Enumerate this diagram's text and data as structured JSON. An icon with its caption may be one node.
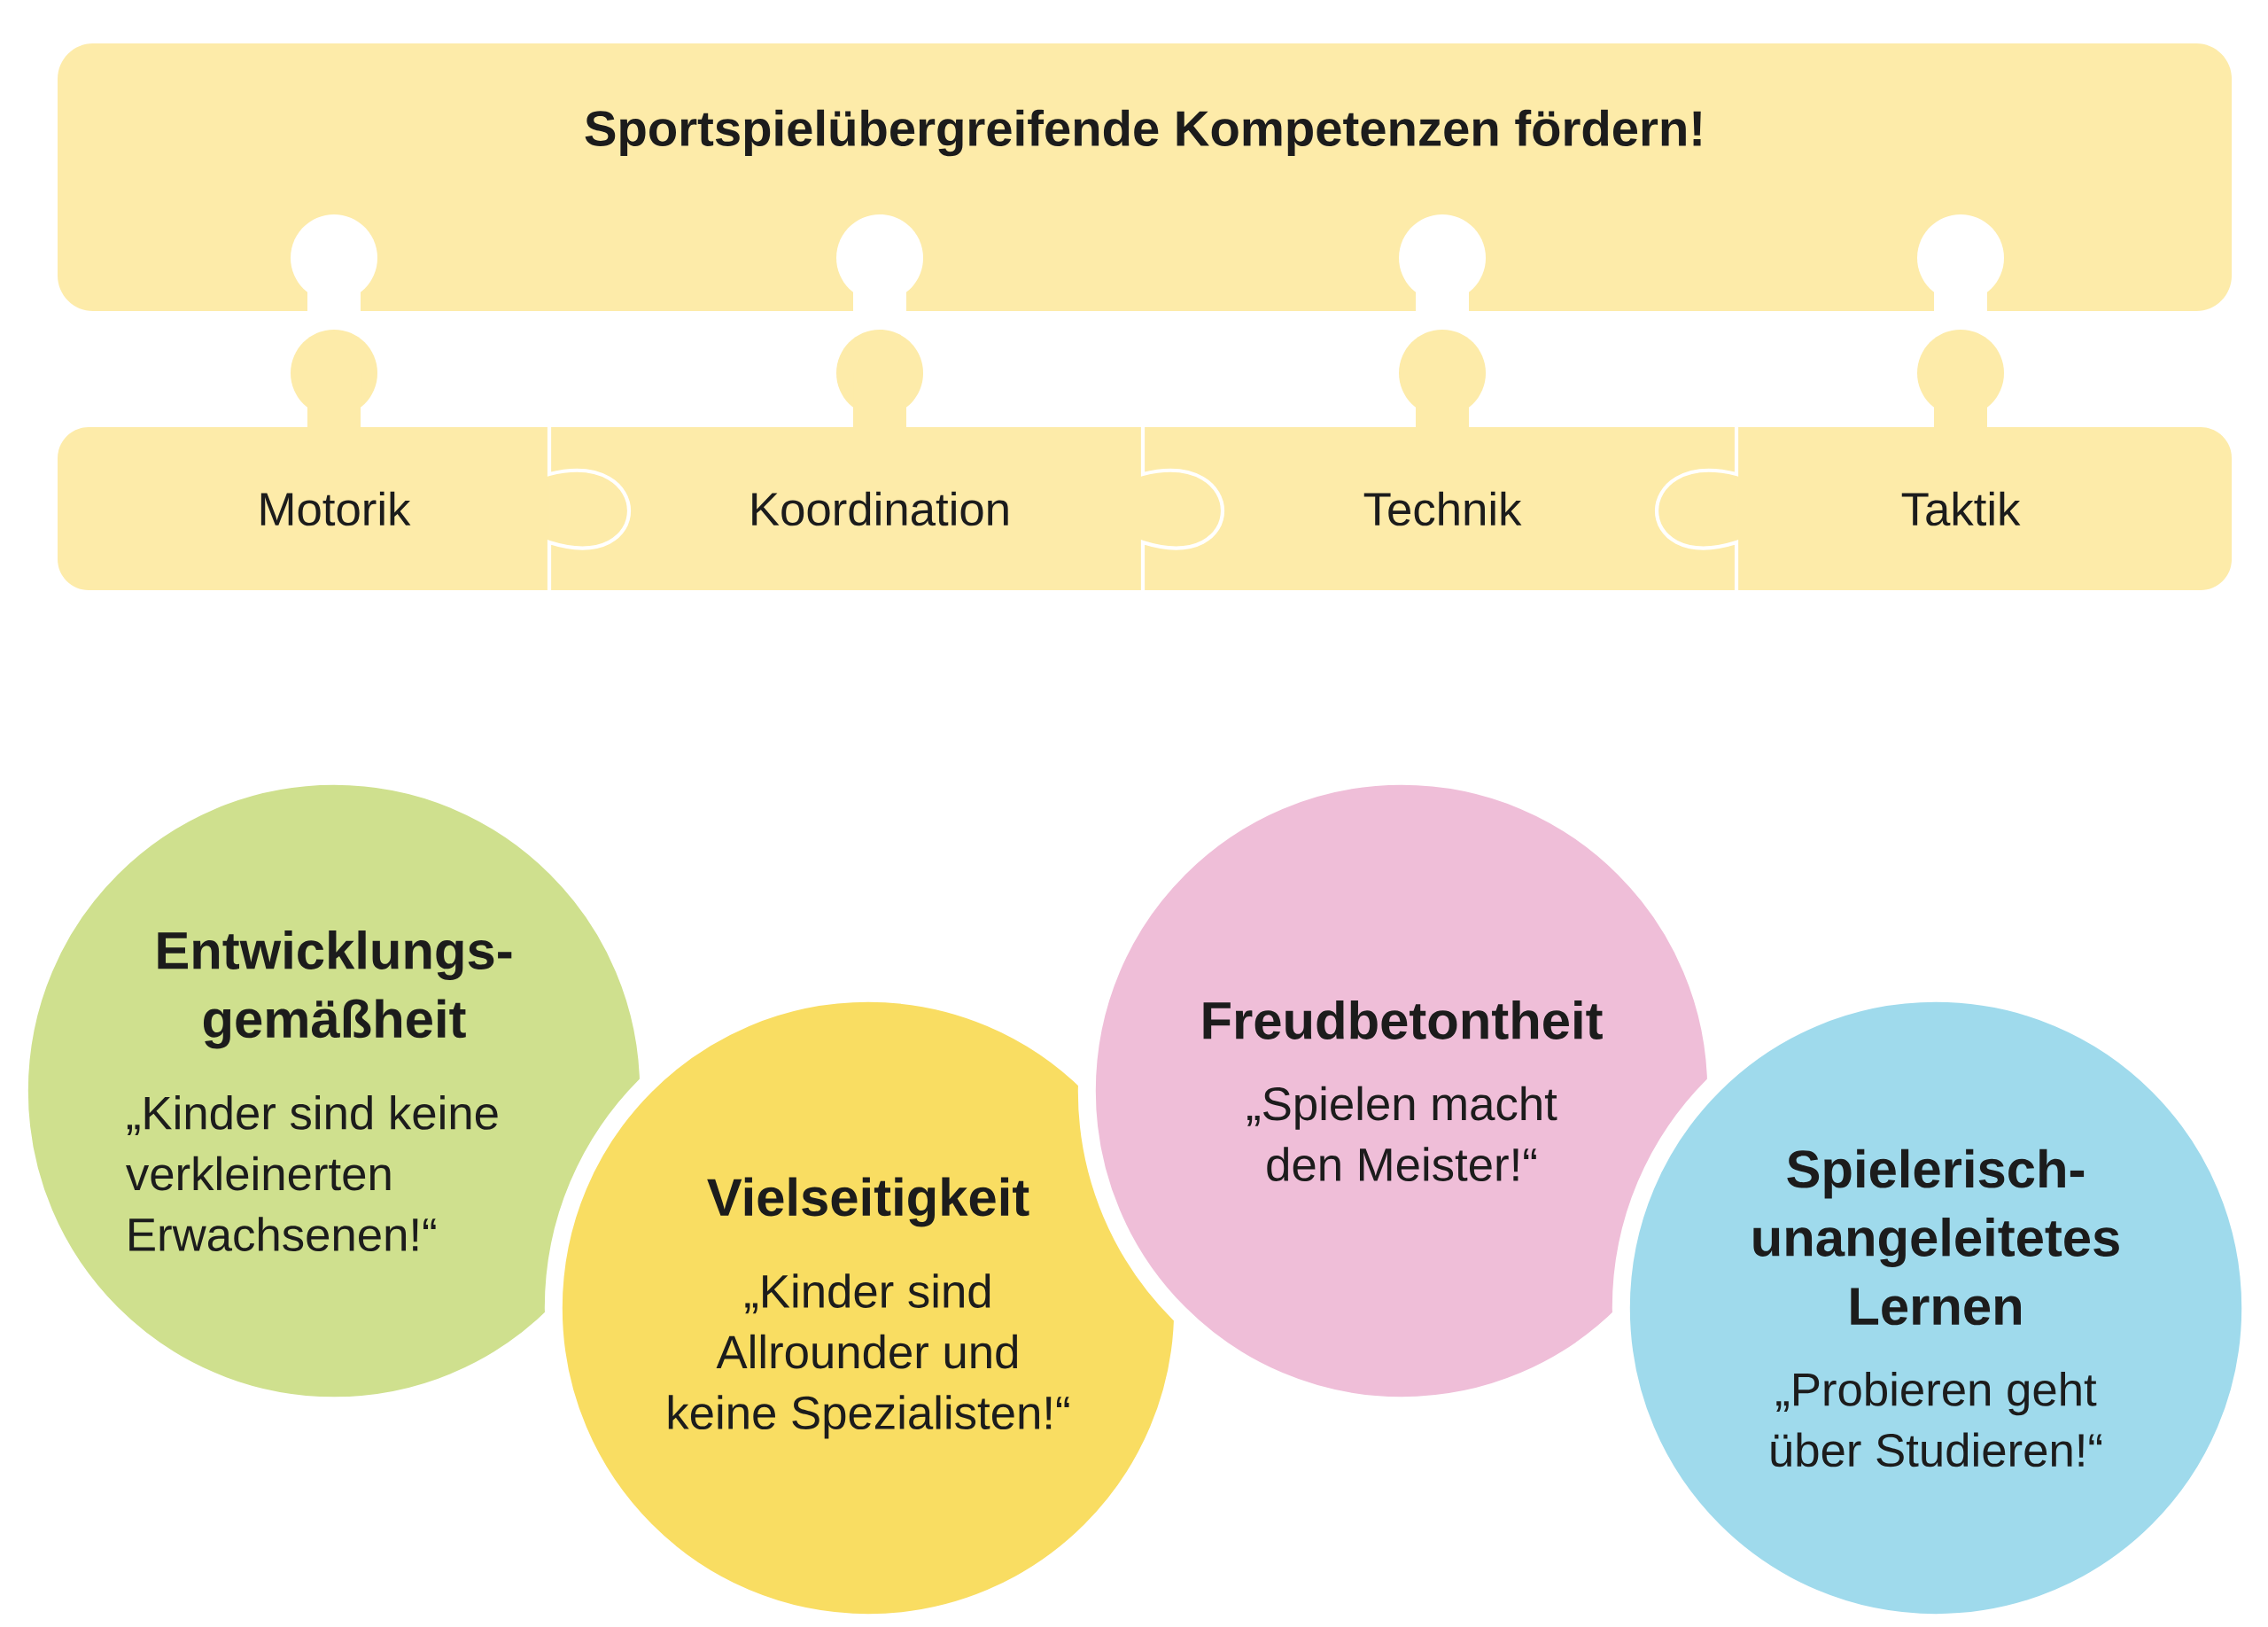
{
  "diagram": {
    "nodes": [
      {
        "text": [
          "Sportspielübergreifende Kompetenzen fördern!"
        ]
      },
      {
        "text": [
          "Motorik"
        ]
      },
      {
        "text": [
          "Koordination"
        ]
      },
      {
        "text": [
          "Technik"
        ]
      },
      {
        "text": [
          "Taktik"
        ]
      },
      {
        "text": [
          "Entwicklungs- gemäßheit",
          "„Kinder sind keine verkleinerten Erwachsenen!“"
        ]
      },
      {
        "text": [
          "Vielseitigkeit",
          "„Kinder sind Allrounder und keine Spezialisten!“"
        ]
      },
      {
        "text": [
          "Freudbetontheit",
          "„Spielen macht den Meister!“"
        ]
      },
      {
        "text": [
          "Spielerisch- unangeleitetes Lernen",
          "„Probieren geht über Studieren!“"
        ]
      }
    ]
  }
}
